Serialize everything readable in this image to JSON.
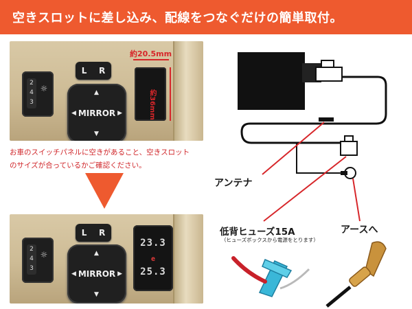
{
  "banner": {
    "title": "空きスロットに差し込み、配線をつなぐだけの簡単取付。"
  },
  "photo_top": {
    "lr_left": "L",
    "lr_right": "R",
    "mirror_label": "MIRROR",
    "dial_numbers": [
      "2",
      "4",
      "3"
    ],
    "width_label": "約20.5mm",
    "height_label": "約36mm"
  },
  "caption": {
    "line1": "お車のスイッチパネルに空きがあること、空きスロット",
    "line2": "のサイズが合っているかご確認ください。"
  },
  "photo_bottom": {
    "lr_left": "L",
    "lr_right": "R",
    "mirror_label": "MIRROR",
    "dial_numbers": [
      "2",
      "4",
      "3"
    ],
    "gauge_top": "23.3",
    "gauge_mid": "e",
    "gauge_bottom": "25.3"
  },
  "diagram": {
    "antenna_label": "アンテナ",
    "fuse_label": "低背ヒューズ15A",
    "fuse_note": "（ヒューズボックスから電源をとります）",
    "ground_label": "アースへ"
  },
  "colors": {
    "banner": "#ee5a2f",
    "accent_red": "#d7262a",
    "arrow_orange": "#ee5a2f",
    "fuse_blue": "#3ab7d8",
    "wire_red": "#c8212a"
  },
  "icons": [
    "headlamp-icon",
    "arrow-up-icon",
    "arrow-down-icon",
    "arrow-left-icon",
    "arrow-right-icon",
    "down-arrow-icon"
  ]
}
